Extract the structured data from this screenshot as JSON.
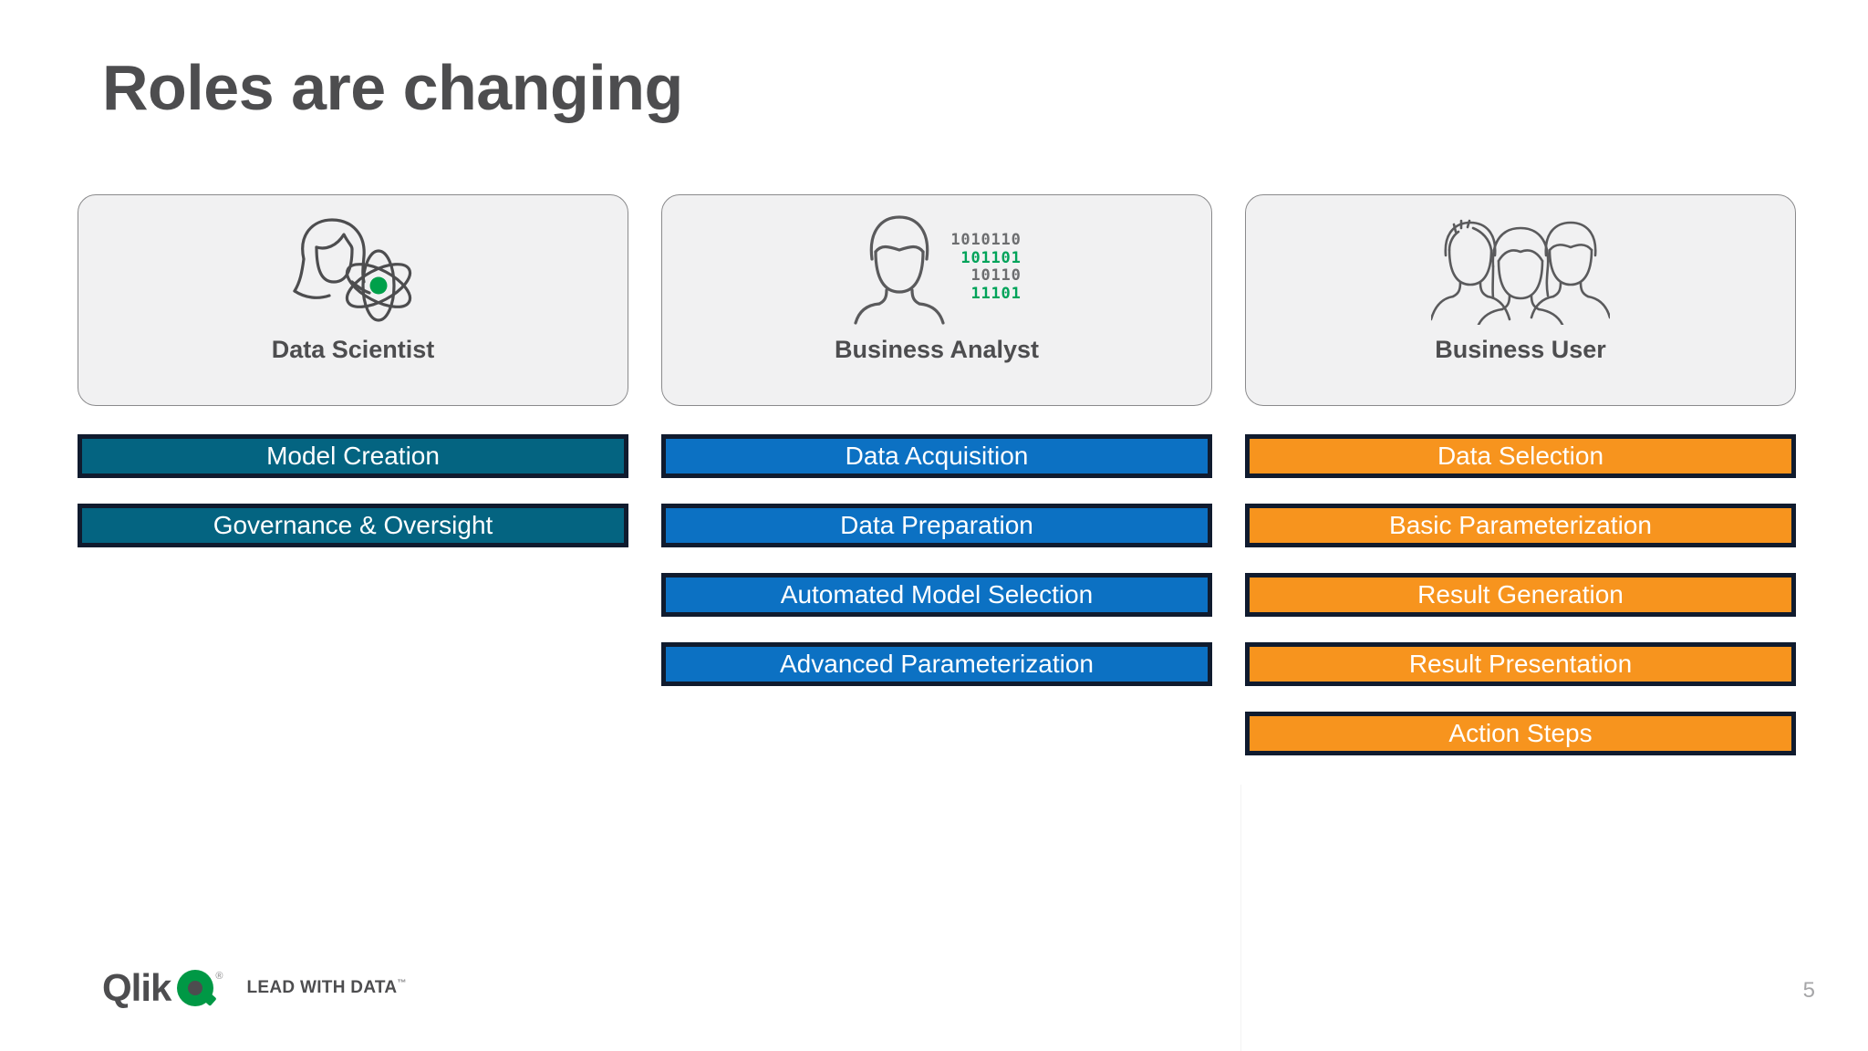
{
  "slide": {
    "title": "Roles are changing",
    "page_number": "5"
  },
  "colors": {
    "title_gray": "#4d4d4f",
    "card_bg": "#f1f1f2",
    "card_border": "#8a8a8c",
    "bar_border": "#101b2e",
    "teal": "#046481",
    "blue": "#0c71c3",
    "orange": "#f7941e",
    "qlik_green": "#009845",
    "binary_green": "#00a35a",
    "binary_gray": "#6d6e70"
  },
  "columns": [
    {
      "role_label": "Data Scientist",
      "icon": "female-scientist-atom-icon",
      "bar_style": "bar-teal",
      "tasks": [
        "Model Creation",
        "Governance & Oversight"
      ]
    },
    {
      "role_label": "Business Analyst",
      "icon": "male-analyst-binary-icon",
      "bar_style": "bar-blue",
      "binary_lines": [
        {
          "text": "1010110",
          "color": "gray"
        },
        {
          "text": "101101",
          "color": "green"
        },
        {
          "text": "10110",
          "color": "gray"
        },
        {
          "text": "11101",
          "color": "green"
        }
      ],
      "tasks": [
        "Data Acquisition",
        "Data Preparation",
        "Automated Model Selection",
        "Advanced Parameterization"
      ]
    },
    {
      "role_label": "Business User",
      "icon": "group-of-people-icon",
      "bar_style": "bar-orange",
      "tasks": [
        "Data Selection",
        "Basic Parameterization",
        "Result Generation",
        "Result Presentation",
        "Action Steps"
      ]
    }
  ],
  "footer": {
    "brand": "Qlik",
    "brand_mark": "Q",
    "trademark": "®",
    "tagline": "LEAD WITH DATA",
    "tagline_tm": "™"
  }
}
